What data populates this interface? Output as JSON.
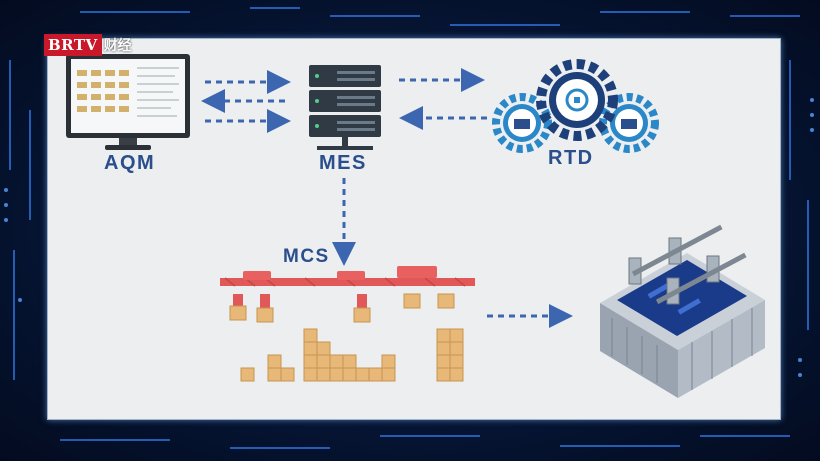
{
  "logo": {
    "main": "BRTV",
    "sub": "财经"
  },
  "nodes": {
    "aqm": {
      "label": "AQM"
    },
    "mes": {
      "label": "MES"
    },
    "rtd": {
      "label": "RTD"
    },
    "mcs": {
      "label": "MCS"
    }
  },
  "colors": {
    "accent_blue": "#2a4f8c",
    "arrow_blue": "#3d66b0",
    "crane_red": "#e05858",
    "box_tan": "#e8b878",
    "gear_blue": "#2a88c9"
  },
  "icons": [
    "monitor-icon",
    "server-icon",
    "gear-icon",
    "crane-icon",
    "box-icon",
    "machine-icon"
  ]
}
